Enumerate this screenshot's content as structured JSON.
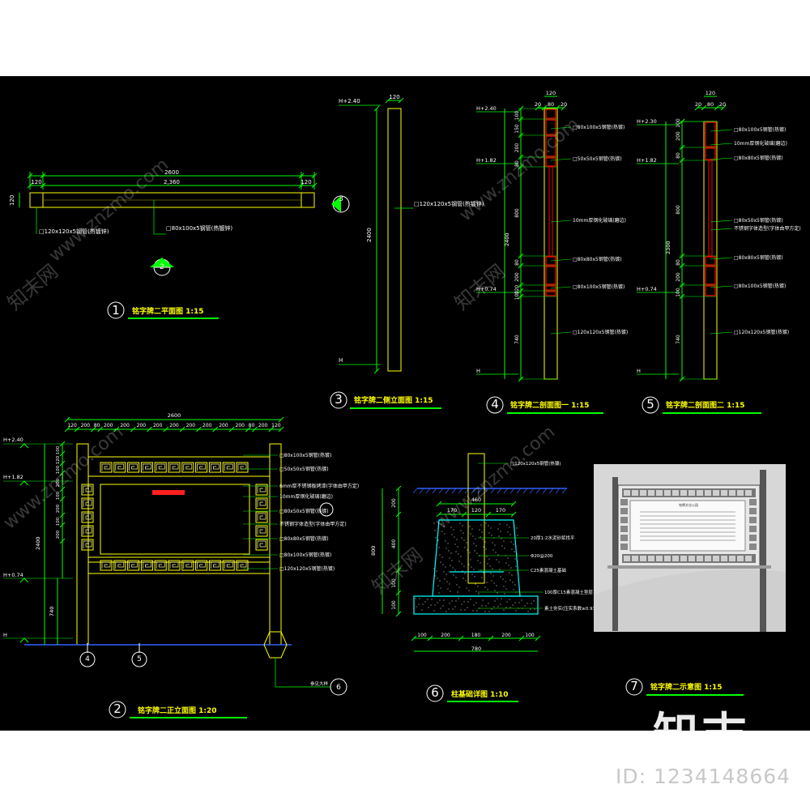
{
  "colors": {
    "background": "#000000",
    "dimension": "#00ff00",
    "structure": "#ffff00",
    "text": "#ffffff",
    "accent_red": "#ff0000",
    "ground": "#3060ff",
    "foundation": "#00ffff"
  },
  "views": {
    "v1": {
      "num": "1",
      "title": "铭字牌二平面图 1:15",
      "overall": "2600",
      "inner": "2,360",
      "end_l": "120",
      "end_r": "120",
      "depth": "120",
      "note_post": "□120x120x5钢管(热镀锌)",
      "note_beam": "□80x100x5钢管(热镀锌)"
    },
    "v2": {
      "num": "2",
      "title": "铭字牌二正立面图 1:20",
      "overall": "2600",
      "segs": [
        "120",
        "200",
        "80",
        "200",
        "200",
        "200",
        "200",
        "200",
        "200",
        "200",
        "200",
        "200",
        "80",
        "200",
        "120"
      ],
      "h_top": "H+2.40",
      "h_mid": "H+1.82",
      "h_low": "H+0.74",
      "h_base": "H",
      "height": "2400",
      "lower": "740",
      "vdims": [
        "100",
        "120",
        "100",
        "200",
        "100",
        "200",
        "100",
        "200"
      ],
      "notes": [
        "□80x100x5钢管(热镀)",
        "□50x50x5钢管(热镀)",
        "6mm厚不锈钢板烤漆(字体由甲方定)",
        "10mm厚钢化玻璃(磨边)",
        "□80x50x5钢管(热镀)",
        "不锈钢字体造型(字体由甲方定)",
        "□80x80x5钢管(热镀)",
        "□80x100x5钢管(热镀)",
        "□120x120x5钢管(热镀)"
      ],
      "cut_4": "4",
      "cut_5": "5",
      "ref_6": "6",
      "ref_6_label": "参见大样"
    },
    "v3": {
      "num": "3",
      "title": "铭字牌二侧立面图 1:15",
      "width": "120",
      "h_top": "H+2.40",
      "height": "2400",
      "h_base": "H",
      "note": "□120x120x5钢管(热镀锌)"
    },
    "v4": {
      "num": "4",
      "title": "铭字牌二剖面图一 1:15",
      "top_w": "120",
      "sub": [
        "20",
        "80",
        "20"
      ],
      "h_top": "H+2.40",
      "h_mid": "H+1.82",
      "h_low": "H+0.74",
      "h_base": "H",
      "height": "2400",
      "vdims": [
        "100",
        "150",
        "200",
        "80",
        "800",
        "80",
        "200",
        "120",
        "100",
        "740"
      ],
      "notes": [
        "□80x100x5钢管(热镀)",
        "□50x50x5钢管(热镀)",
        "10mm厚钢化玻璃(磨边)",
        "□80x80x5钢管(热镀)",
        "□80x100x5钢管(热镀)",
        "□120x120x5钢管(热镀)"
      ]
    },
    "v5": {
      "num": "5",
      "title": "铭字牌二剖面图二 1:15",
      "top_w": "120",
      "sub": [
        "20",
        "80",
        "20"
      ],
      "h_top": "H+2.30",
      "h_mid": "H+1.82",
      "h_low": "H+0.74",
      "h_base": "H",
      "height": "2300",
      "vdims": [
        "100",
        "200",
        "80",
        "800",
        "80",
        "200",
        "100",
        "740"
      ],
      "notes": [
        "□80x100x5钢管(热镀)",
        "10mm厚钢化玻璃(磨边)",
        "□80x80x5钢管(热镀)",
        "□80x50x5钢管(热镀)",
        "不锈钢字体造型(字体由甲方定)",
        "□80x80x5钢管(热镀)",
        "□80x100x5钢管(热镀)",
        "□120x120x5钢管(热镀)"
      ]
    },
    "v6": {
      "num": "6",
      "title": "柱基础详图 1:10",
      "top_w": "460",
      "mid": [
        "170",
        "120",
        "170"
      ],
      "base": [
        "100",
        "200",
        "180",
        "200",
        "100"
      ],
      "base_total": "780",
      "height": "800",
      "vdims": [
        "200",
        "400",
        "100",
        "100"
      ],
      "notes": [
        "□120x120x5钢管(热镀)",
        "20厚1:2水泥砂浆找平",
        "Φ20@200",
        "C25素混凝土基础",
        "100厚C15素混凝土垫层",
        "素土夯实(压实系数≥0.93)"
      ]
    },
    "v7": {
      "num": "7",
      "title": "铭字牌二示意图 1:15",
      "board_title": "铭牌文化公园"
    }
  },
  "watermarks": {
    "site": "www.znzmo.com",
    "cn": "知末网"
  },
  "brand": {
    "logo": "知末",
    "id": "ID: 1234148664"
  }
}
